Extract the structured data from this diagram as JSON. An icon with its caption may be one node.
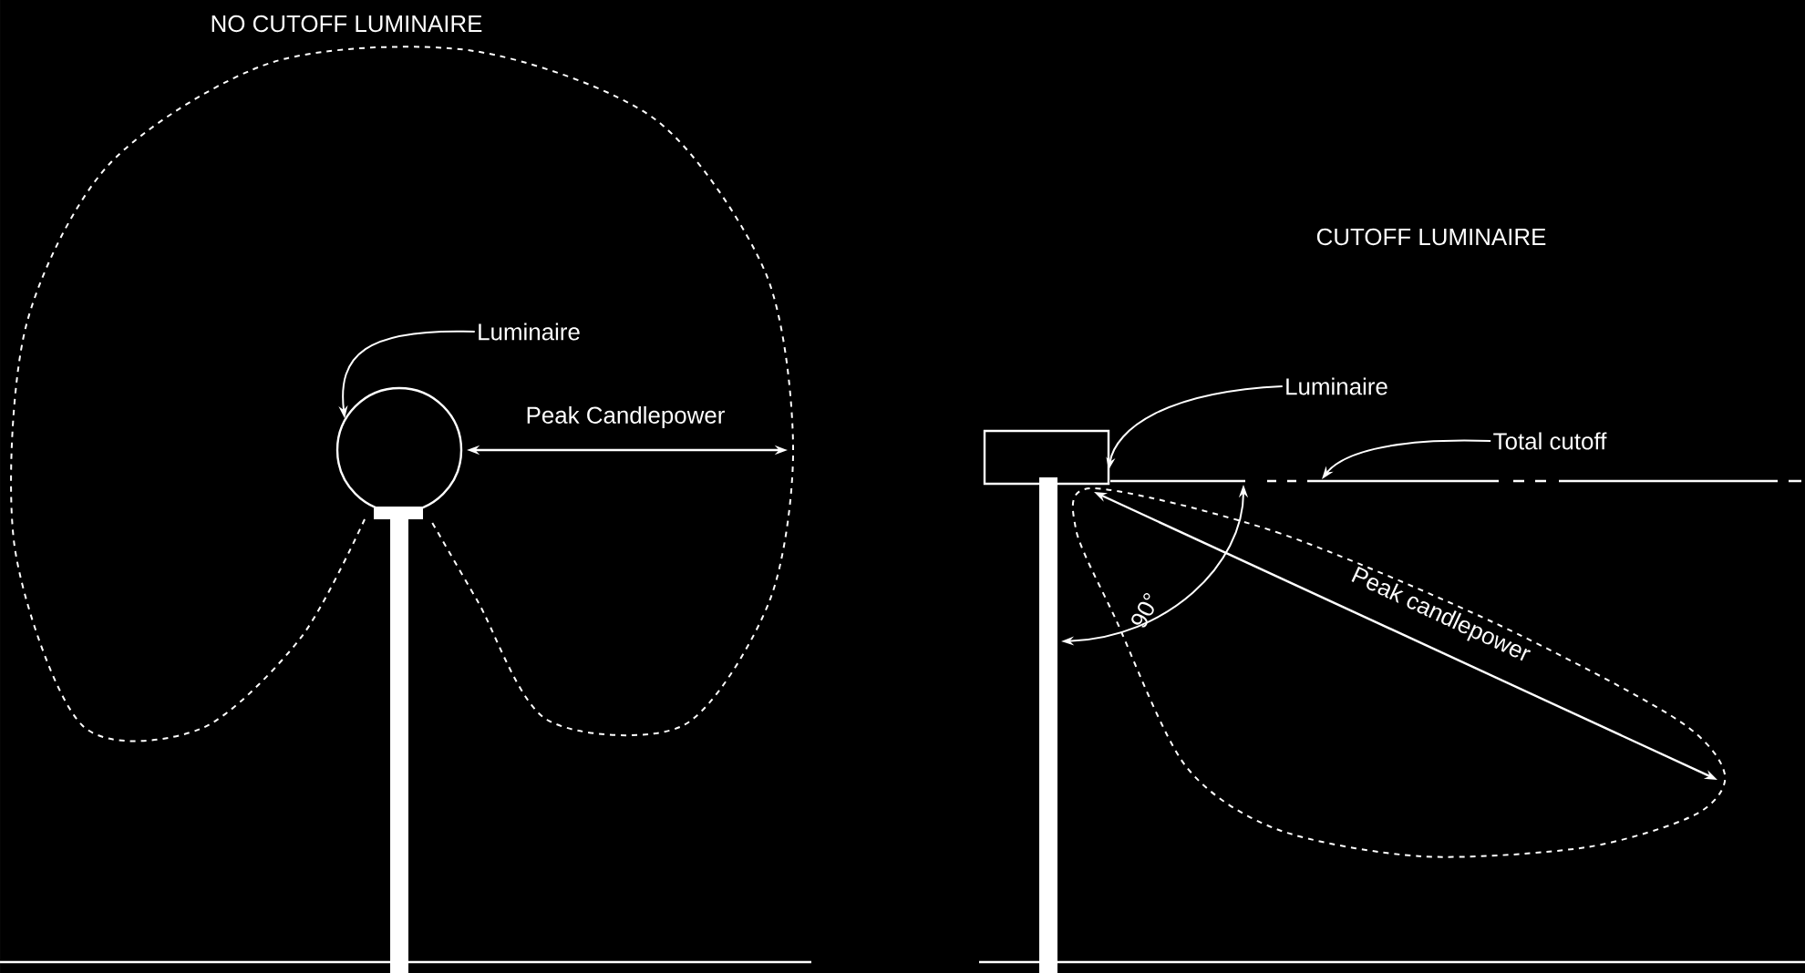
{
  "diagram": {
    "nodes": [
      {
        "text": [
          "Luminaire"
        ]
      },
      {
        "text": [],
        "shape": "circle"
      },
      {
        "text": [
          "Luminaire"
        ]
      },
      {
        "text": [],
        "shape": "box"
      },
      {
        "text": [
          "Total cutoff"
        ]
      },
      {
        "text": [],
        "shape": "line"
      }
    ],
    "edges": [
      {
        "from": 0,
        "to": 1,
        "arrow": "to"
      },
      {
        "from": 2,
        "to": 3,
        "arrow": "to"
      },
      {
        "from": 4,
        "to": 5,
        "arrow": "to"
      }
    ],
    "labels": [
      "NO CUTOFF LUMINAIRE",
      "Peak Candlepower",
      "CUTOFF LUMINAIRE",
      "90°",
      "Peak candlepower"
    ]
  }
}
